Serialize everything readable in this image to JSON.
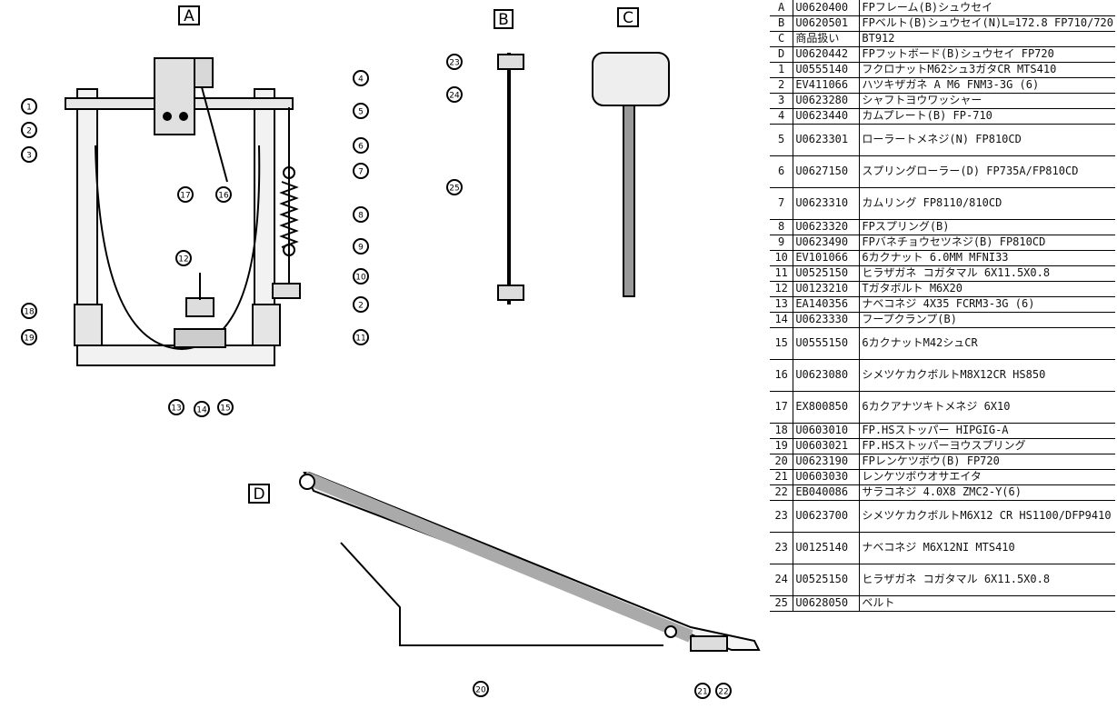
{
  "section_labels": {
    "a": "A",
    "b": "B",
    "c": "C",
    "d": "D"
  },
  "callouts": [
    "1",
    "2",
    "3",
    "4",
    "5",
    "6",
    "7",
    "8",
    "9",
    "10",
    "2",
    "11",
    "12",
    "13",
    "14",
    "15",
    "16",
    "17",
    "18",
    "19",
    "23",
    "24",
    "25",
    "20",
    "21",
    "22"
  ],
  "parts": [
    {
      "key": "A",
      "code": "U0620400",
      "desc": "FPフレーム(B)シュウセイ"
    },
    {
      "key": "B",
      "code": "U0620501",
      "desc": "FPベルト(B)シュウセイ(N)L=172.8 FP710/720"
    },
    {
      "key": "C",
      "code": "商品扱い",
      "desc": "BT912"
    },
    {
      "key": "D",
      "code": "U0620442",
      "desc": "FPフットボード(B)シュウセイ FP720"
    },
    {
      "key": "1",
      "code": "U0555140",
      "desc": "フクロナットM62シュ3ガタCR MTS410"
    },
    {
      "key": "2",
      "code": "EV411066",
      "desc": "ハツキザガネ A M6 FNM3-3G (6)"
    },
    {
      "key": "3",
      "code": "U0623280",
      "desc": "シャフトヨウワッシャー"
    },
    {
      "key": "4",
      "code": "U0623440",
      "desc": "カムプレート(B) FP-710"
    },
    {
      "key": "5",
      "code": "U0623301",
      "desc": "ローラートメネジ(N) FP810CD"
    },
    {
      "key": "6",
      "code": "U0627150",
      "desc": "スプリングローラー(D) FP735A/FP810CD"
    },
    {
      "key": "7",
      "code": "U0623310",
      "desc": "カムリング FP8110/810CD"
    },
    {
      "key": "8",
      "code": "U0623320",
      "desc": "FPスプリング(B)"
    },
    {
      "key": "9",
      "code": "U0623490",
      "desc": "FPバネチョウセツネジ(B) FP810CD"
    },
    {
      "key": "10",
      "code": "EV101066",
      "desc": "6カクナット 6.0MM MFNI33"
    },
    {
      "key": "11",
      "code": "U0525150",
      "desc": "ヒラザガネ コガタマル 6X11.5X0.8"
    },
    {
      "key": "12",
      "code": "U0123210",
      "desc": "Tガタボルト M6X20"
    },
    {
      "key": "13",
      "code": "EA140356",
      "desc": "ナベコネジ 4X35 FCRM3-3G (6)"
    },
    {
      "key": "14",
      "code": "U0623330",
      "desc": "フープクランプ(B)"
    },
    {
      "key": "15",
      "code": "U0555150",
      "desc": "6カクナットM42シュCR"
    },
    {
      "key": "16",
      "code": "U0623080",
      "desc": "シメツケカクボルトM8X12CR HS850"
    },
    {
      "key": "17",
      "code": "EX800850",
      "desc": "6カクアナツキトメネジ 6X10"
    },
    {
      "key": "18",
      "code": "U0603010",
      "desc": "FP.HSストッパー HIPGIG-A"
    },
    {
      "key": "19",
      "code": "U0603021",
      "desc": "FP.HSストッパーヨウスプリング"
    },
    {
      "key": "20",
      "code": "U0623190",
      "desc": "FPレンケツボウ(B) FP720"
    },
    {
      "key": "21",
      "code": "U0603030",
      "desc": "レンケツボウオサエイタ"
    },
    {
      "key": "22",
      "code": "EB040086",
      "desc": "サラコネジ 4.0X8 ZMC2-Y(6)"
    },
    {
      "key": "23",
      "code": "U0623700",
      "desc": "シメツケカクボルトM6X12 CR HS1100/DFP9410"
    },
    {
      "key": "23",
      "code": "U0125140",
      "desc": "ナベコネジ M6X12NI MTS410"
    },
    {
      "key": "24",
      "code": "U0525150",
      "desc": "ヒラザガネ コガタマル 6X11.5X0.8"
    },
    {
      "key": "25",
      "code": "U0628050",
      "desc": "ベルト"
    }
  ]
}
